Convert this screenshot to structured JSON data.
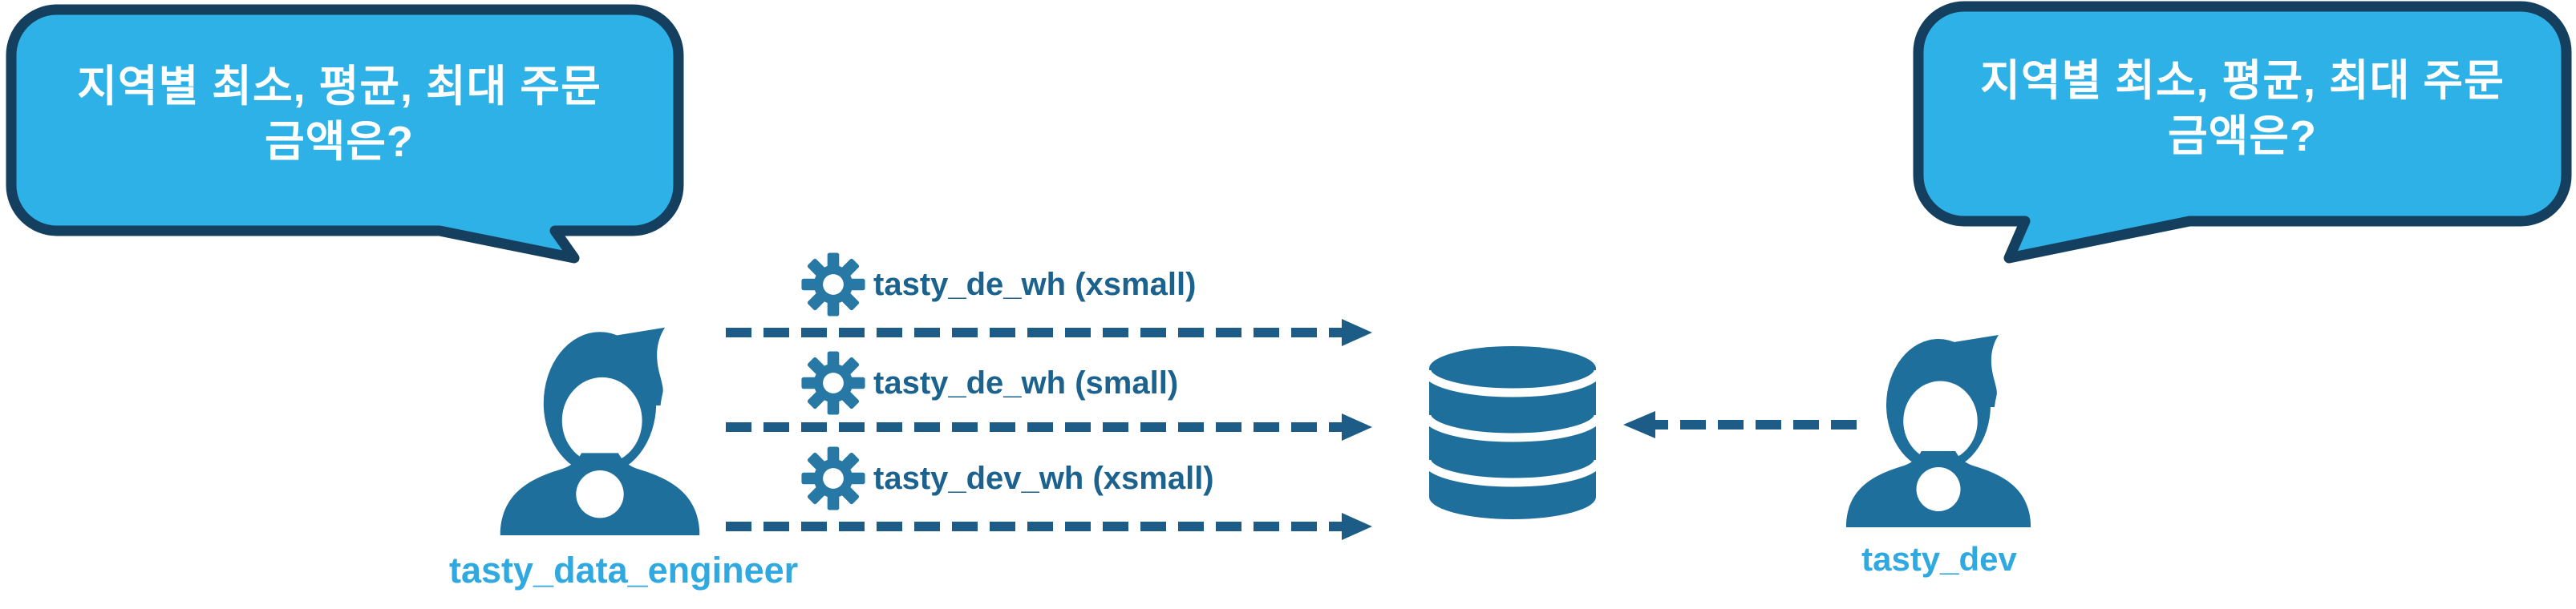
{
  "diagram": {
    "description": "Two user roles querying a shared database through different virtual warehouses",
    "speech_bubbles": {
      "left": {
        "line1": "지역별 최소, 평균, 최대 주문",
        "line2": "금액은?"
      },
      "right": {
        "line1": "지역별 최소, 평균, 최대 주문",
        "line2": "금액은?"
      }
    },
    "actors": {
      "left": {
        "label": "tasty_data_engineer"
      },
      "right": {
        "label": "tasty_dev"
      }
    },
    "warehouses": [
      {
        "label": "tasty_de_wh (xsmall)"
      },
      {
        "label": "tasty_de_wh (small)"
      },
      {
        "label": "tasty_dev_wh (xsmall)"
      }
    ],
    "icons": {
      "warehouse": "gear-icon",
      "storage": "database-icon",
      "actor": "person-icon",
      "bubble": "speech-bubble"
    },
    "colors": {
      "bubble_fill": "#2DB1E6",
      "bubble_border": "#153F5E",
      "icon_teal": "#1F6F9D",
      "gear_teal": "#2878A5",
      "arrow_navy": "#1D5C86",
      "warehouse_label": "#1C628F",
      "actor_label": "#2FA9DF",
      "bubble_text": "#FFFFFF"
    }
  }
}
